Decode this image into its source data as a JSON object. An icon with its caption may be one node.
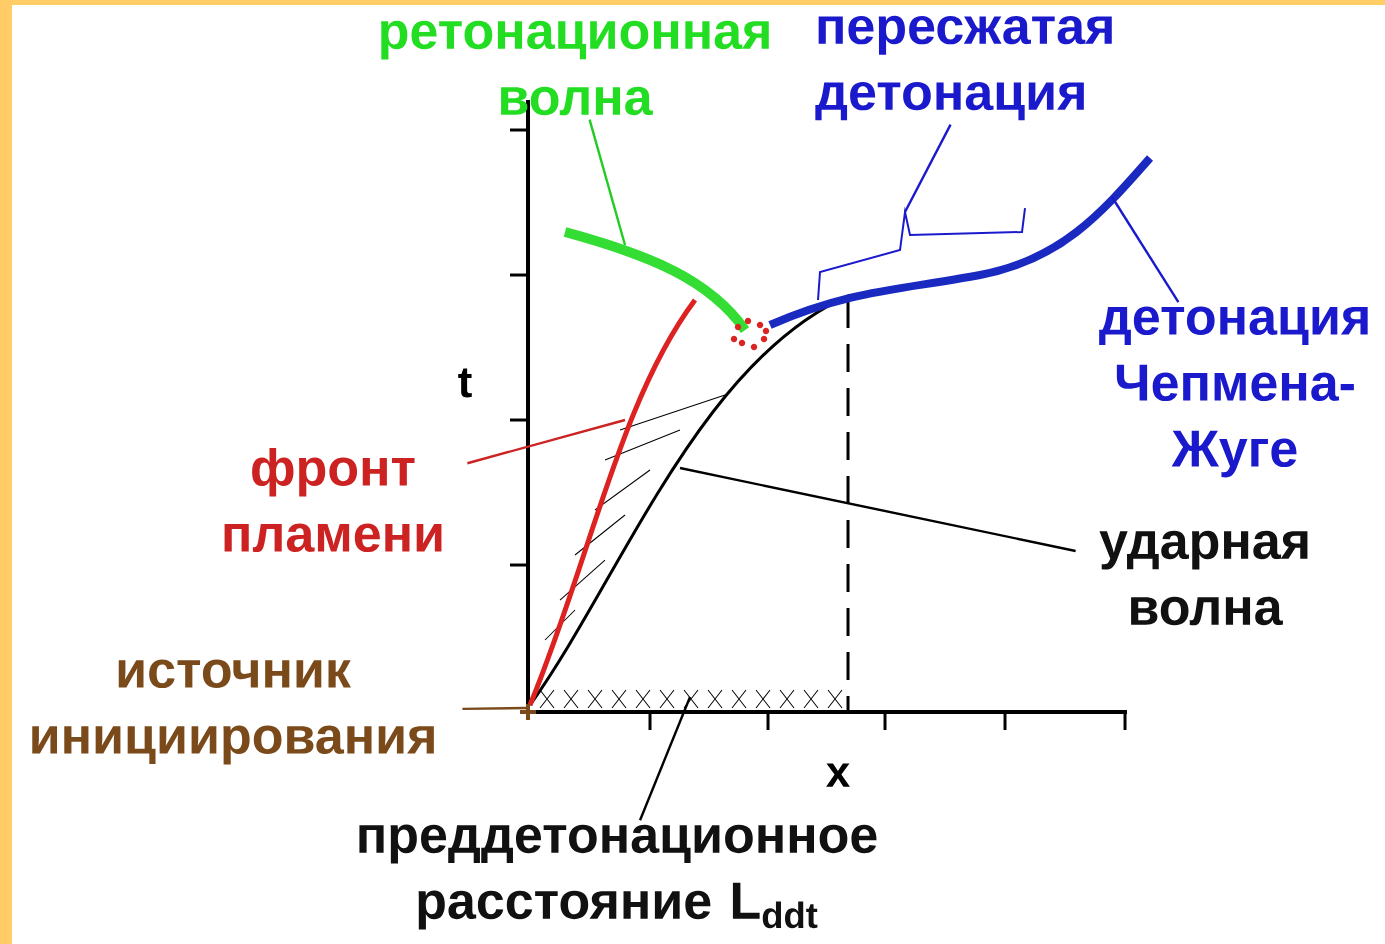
{
  "diagram": {
    "nodes": [
      {
        "text": [
          "ретонационная волна"
        ]
      },
      {
        "text": [
          "пересжатая детонация"
        ]
      },
      {
        "text": [
          "детонация Чепмена-Жуге"
        ]
      },
      {
        "text": [
          "фронт пламени"
        ]
      },
      {
        "text": [
          "ударная волна"
        ]
      },
      {
        "text": [
          "источник инициирования"
        ]
      },
      {
        "text": [
          "преддетонационное расстояние L$_{ddt}$"
        ]
      }
    ],
    "edges": [
      {
        "from": 0,
        "to": null,
        "arrow": "none",
        "color": "#22cc22"
      },
      {
        "from": 1,
        "to": null,
        "arrow": "none",
        "color": "#1a1acc"
      },
      {
        "from": 2,
        "to": null,
        "arrow": "none",
        "color": "#1a1acc"
      },
      {
        "from": 3,
        "to": null,
        "arrow": "none",
        "color": "#cc2222"
      },
      {
        "from": 4,
        "to": null,
        "arrow": "none",
        "color": "#000000"
      },
      {
        "from": 5,
        "to": null,
        "arrow": "none",
        "color": "#7a4a1a"
      },
      {
        "from": 6,
        "to": null,
        "arrow": "none",
        "color": "#000000"
      }
    ],
    "labels": [
      "t",
      "x"
    ]
  }
}
